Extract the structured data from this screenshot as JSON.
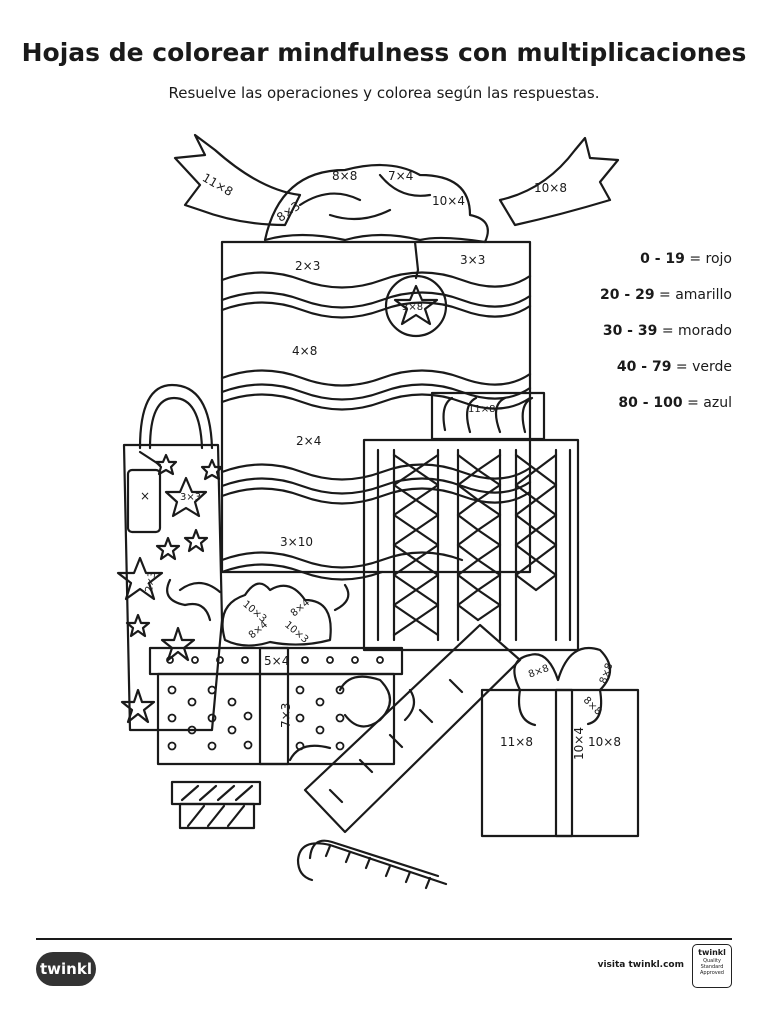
{
  "header": {
    "title": "Hojas de colorear mindfulness con multiplicaciones",
    "subtitle": "Resuelve las operaciones y colorea según las respuestas."
  },
  "operations": {
    "ribbon_left": "11×8",
    "bow_top_left": "8×8",
    "bow_top_right": "7×4",
    "bow_left_low": "8×3",
    "bow_right_low": "10×4",
    "ribbon_right": "10×8",
    "cake_band1_left": "2×3",
    "cake_band1_right": "3×3",
    "tag_star": "3×8",
    "cake_band2": "4×8",
    "cake_band3": "2×4",
    "cake_band4": "3×10",
    "small_box_top": "11×8",
    "bag_star": "3×3",
    "bag_star_low": "2×3",
    "bag_tag": "×",
    "bow_mid_1": "10×3",
    "bow_mid_2": "8×4",
    "bow_mid_3": "8×4",
    "bow_mid_4": "10×3",
    "dots_box_ribbon_h": "5×4",
    "dots_box_ribbon_v": "7×3",
    "right_box_left": "11×8",
    "right_box_ribbon": "10×4",
    "right_box_right": "10×8",
    "right_bow_1": "8×8",
    "right_bow_2": "8×8",
    "right_bow_3": "8×8"
  },
  "legend": [
    {
      "range": "0 - 19",
      "sep": "=",
      "color": "rojo"
    },
    {
      "range": "20 - 29",
      "sep": "=",
      "color": "amarillo"
    },
    {
      "range": "30 - 39",
      "sep": "=",
      "color": "morado"
    },
    {
      "range": "40 - 79",
      "sep": "=",
      "color": "verde"
    },
    {
      "range": "80 - 100",
      "sep": "=",
      "color": "azul"
    }
  ],
  "footer": {
    "logo": "twinkl",
    "visit": "visita twinkl.com",
    "badge_brand": "twinkl",
    "badge_text1": "Quality Standard",
    "badge_text2": "Approved"
  }
}
